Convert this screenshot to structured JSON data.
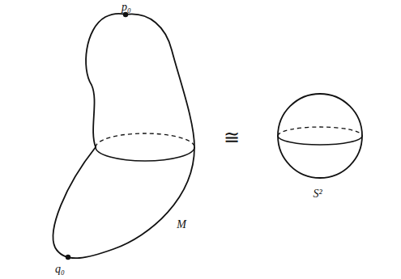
{
  "diagram": {
    "labels": [
      "p₀",
      "q₀",
      "M",
      "≅",
      "S²"
    ]
  }
}
